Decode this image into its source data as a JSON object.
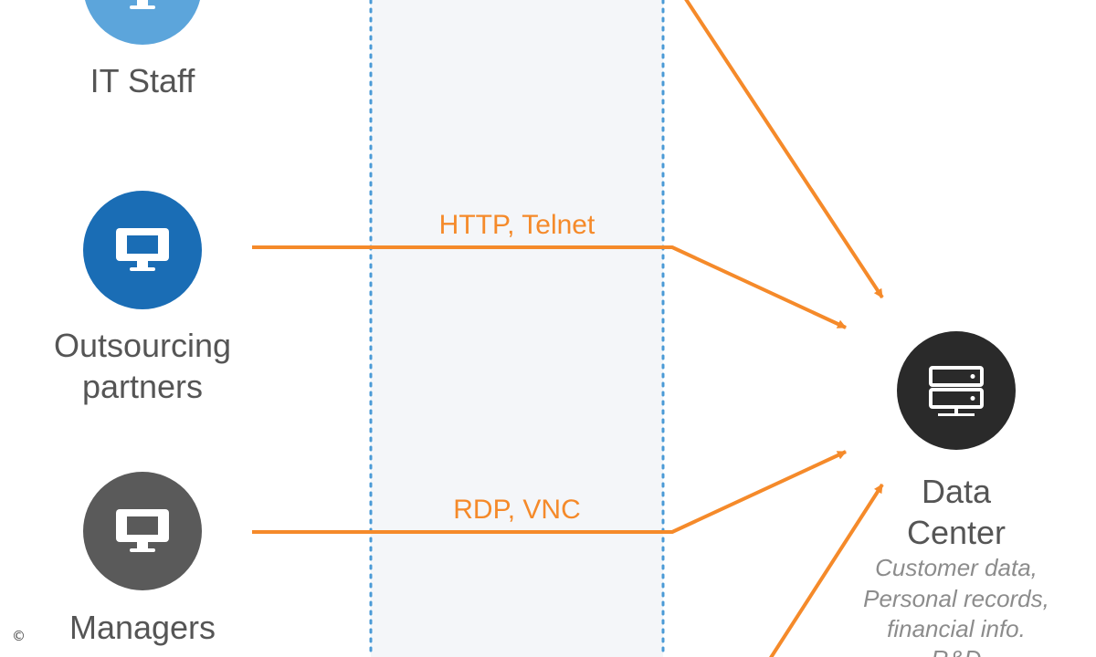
{
  "nodes": {
    "it_staff": {
      "label": "IT Staff",
      "color": "#5ca5db"
    },
    "outsourcing": {
      "label_lines": [
        "Outsourcing",
        "partners"
      ],
      "color": "#1a6db5"
    },
    "managers": {
      "label": "Managers",
      "color": "#5a5a5a"
    },
    "data_center": {
      "label_lines": [
        "Data",
        "Center"
      ],
      "note_lines": [
        "Customer data,",
        "Personal records,",
        "financial info.",
        "R&D"
      ],
      "color": "#2a2a2a"
    }
  },
  "connections": [
    {
      "label": "HTTP, Telnet"
    },
    {
      "label": "RDP, VNC"
    }
  ],
  "zone": {
    "fill": "#f4f6f9",
    "border": "#4a9ad6"
  },
  "arrow_color": "#f58a2a",
  "copyright": "©"
}
